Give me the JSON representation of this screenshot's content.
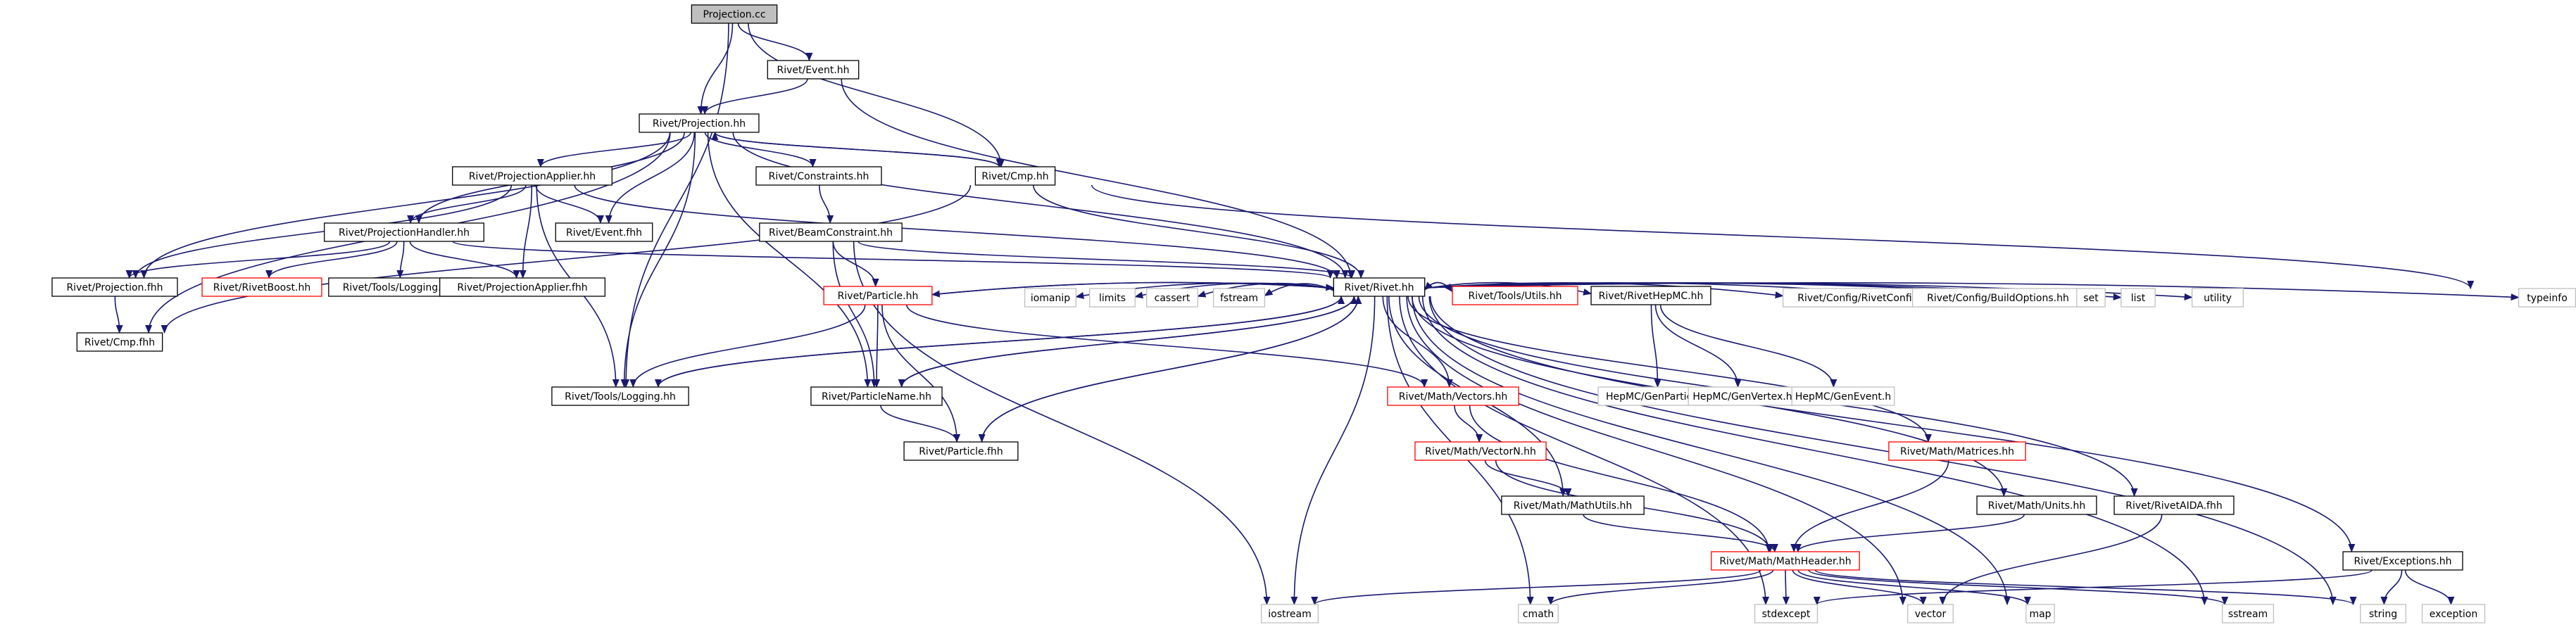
{
  "graph": {
    "nodes": [
      {
        "id": "projcc",
        "label": "Projection.cc",
        "style": "root"
      },
      {
        "id": "event_hh",
        "label": "Rivet/Event.hh",
        "style": "normal"
      },
      {
        "id": "proj_hh",
        "label": "Rivet/Projection.hh",
        "style": "normal"
      },
      {
        "id": "applier_hh",
        "label": "Rivet/ProjectionApplier.hh",
        "style": "normal"
      },
      {
        "id": "constraints_hh",
        "label": "Rivet/Constraints.hh",
        "style": "normal"
      },
      {
        "id": "cmp_hh",
        "label": "Rivet/Cmp.hh",
        "style": "normal"
      },
      {
        "id": "handler_hh",
        "label": "Rivet/ProjectionHandler.hh",
        "style": "normal"
      },
      {
        "id": "event_fhh",
        "label": "Rivet/Event.fhh",
        "style": "normal"
      },
      {
        "id": "beam_hh",
        "label": "Rivet/BeamConstraint.hh",
        "style": "normal"
      },
      {
        "id": "proj_fhh",
        "label": "Rivet/Projection.fhh",
        "style": "normal"
      },
      {
        "id": "boost_hh",
        "label": "Rivet/RivetBoost.hh",
        "style": "red"
      },
      {
        "id": "logging_fhh",
        "label": "Rivet/Tools/Logging.fhh",
        "style": "normal"
      },
      {
        "id": "applier_fhh",
        "label": "Rivet/ProjectionApplier.fhh",
        "style": "normal"
      },
      {
        "id": "rivet_hh",
        "label": "Rivet/Rivet.hh",
        "style": "normal"
      },
      {
        "id": "cmp_fhh",
        "label": "Rivet/Cmp.fhh",
        "style": "normal"
      },
      {
        "id": "particle_hh",
        "label": "Rivet/Particle.hh",
        "style": "red"
      },
      {
        "id": "iomanip",
        "label": "iomanip",
        "style": "gray"
      },
      {
        "id": "limits",
        "label": "limits",
        "style": "gray"
      },
      {
        "id": "cassert",
        "label": "cassert",
        "style": "gray"
      },
      {
        "id": "fstream",
        "label": "fstream",
        "style": "gray"
      },
      {
        "id": "utils_hh",
        "label": "Rivet/Tools/Utils.hh",
        "style": "red"
      },
      {
        "id": "hepmc_hh",
        "label": "Rivet/RivetHepMC.hh",
        "style": "normal"
      },
      {
        "id": "rivetconfig",
        "label": "Rivet/Config/RivetConfig.hh",
        "style": "gray"
      },
      {
        "id": "buildoptions",
        "label": "Rivet/Config/BuildOptions.hh",
        "style": "gray"
      },
      {
        "id": "set",
        "label": "set",
        "style": "gray"
      },
      {
        "id": "list",
        "label": "list",
        "style": "gray"
      },
      {
        "id": "utility",
        "label": "utility",
        "style": "gray"
      },
      {
        "id": "typeinfo",
        "label": "typeinfo",
        "style": "gray"
      },
      {
        "id": "logging_hh",
        "label": "Rivet/Tools/Logging.hh",
        "style": "normal"
      },
      {
        "id": "pname_hh",
        "label": "Rivet/ParticleName.hh",
        "style": "normal"
      },
      {
        "id": "vectors_hh",
        "label": "Rivet/Math/Vectors.hh",
        "style": "red"
      },
      {
        "id": "genparticle",
        "label": "HepMC/GenParticle.h",
        "style": "gray"
      },
      {
        "id": "genvertex",
        "label": "HepMC/GenVertex.h",
        "style": "gray"
      },
      {
        "id": "genevent",
        "label": "HepMC/GenEvent.h",
        "style": "gray"
      },
      {
        "id": "particle_fhh",
        "label": "Rivet/Particle.fhh",
        "style": "normal"
      },
      {
        "id": "vectorn_hh",
        "label": "Rivet/Math/VectorN.hh",
        "style": "red"
      },
      {
        "id": "matrices_hh",
        "label": "Rivet/Math/Matrices.hh",
        "style": "red"
      },
      {
        "id": "mathutils_hh",
        "label": "Rivet/Math/MathUtils.hh",
        "style": "normal"
      },
      {
        "id": "units_hh",
        "label": "Rivet/Math/Units.hh",
        "style": "normal"
      },
      {
        "id": "aida_fhh",
        "label": "Rivet/RivetAIDA.fhh",
        "style": "normal"
      },
      {
        "id": "exceptions_hh",
        "label": "Rivet/Exceptions.hh",
        "style": "normal"
      },
      {
        "id": "mathheader_hh",
        "label": "Rivet/Math/MathHeader.hh",
        "style": "red"
      },
      {
        "id": "iostream",
        "label": "iostream",
        "style": "gray"
      },
      {
        "id": "cmath",
        "label": "cmath",
        "style": "gray"
      },
      {
        "id": "stdexcept",
        "label": "stdexcept",
        "style": "gray"
      },
      {
        "id": "vector",
        "label": "vector",
        "style": "gray"
      },
      {
        "id": "map",
        "label": "map",
        "style": "gray"
      },
      {
        "id": "sstream",
        "label": "sstream",
        "style": "gray"
      },
      {
        "id": "string",
        "label": "string",
        "style": "gray"
      },
      {
        "id": "exception",
        "label": "exception",
        "style": "gray"
      }
    ],
    "edges": [
      [
        "projcc",
        "event_hh"
      ],
      [
        "projcc",
        "proj_hh"
      ],
      [
        "projcc",
        "cmp_hh"
      ],
      [
        "projcc",
        "logging_hh"
      ],
      [
        "event_hh",
        "proj_hh"
      ],
      [
        "event_hh",
        "rivet_hh"
      ],
      [
        "proj_hh",
        "applier_hh"
      ],
      [
        "proj_hh",
        "constraints_hh"
      ],
      [
        "proj_hh",
        "cmp_hh"
      ],
      [
        "proj_hh",
        "handler_hh"
      ],
      [
        "proj_hh",
        "event_fhh"
      ],
      [
        "proj_hh",
        "proj_fhh"
      ],
      [
        "proj_hh",
        "rivet_hh"
      ],
      [
        "proj_hh",
        "cmp_fhh"
      ],
      [
        "proj_hh",
        "logging_hh"
      ],
      [
        "proj_hh",
        "pname_hh"
      ],
      [
        "applier_hh",
        "handler_hh"
      ],
      [
        "applier_hh",
        "event_fhh"
      ],
      [
        "applier_hh",
        "proj_fhh"
      ],
      [
        "applier_hh",
        "applier_fhh"
      ],
      [
        "applier_hh",
        "logging_hh"
      ],
      [
        "applier_hh",
        "rivet_hh"
      ],
      [
        "constraints_hh",
        "beam_hh"
      ],
      [
        "cmp_hh",
        "proj_hh"
      ],
      [
        "cmp_hh",
        "rivet_hh"
      ],
      [
        "cmp_hh",
        "cmp_fhh"
      ],
      [
        "cmp_hh",
        "typeinfo"
      ],
      [
        "handler_hh",
        "proj_fhh"
      ],
      [
        "handler_hh",
        "boost_hh"
      ],
      [
        "handler_hh",
        "logging_fhh"
      ],
      [
        "handler_hh",
        "applier_fhh"
      ],
      [
        "handler_hh",
        "rivet_hh"
      ],
      [
        "beam_hh",
        "particle_hh"
      ],
      [
        "beam_hh",
        "pname_hh"
      ],
      [
        "beam_hh",
        "rivet_hh"
      ],
      [
        "beam_hh",
        "iostream"
      ],
      [
        "proj_fhh",
        "cmp_fhh"
      ],
      [
        "rivet_hh",
        "particle_hh"
      ],
      [
        "rivet_hh",
        "iomanip"
      ],
      [
        "rivet_hh",
        "limits"
      ],
      [
        "rivet_hh",
        "cassert"
      ],
      [
        "rivet_hh",
        "fstream"
      ],
      [
        "rivet_hh",
        "utils_hh"
      ],
      [
        "rivet_hh",
        "hepmc_hh"
      ],
      [
        "rivet_hh",
        "rivetconfig"
      ],
      [
        "rivet_hh",
        "buildoptions"
      ],
      [
        "rivet_hh",
        "set"
      ],
      [
        "rivet_hh",
        "list"
      ],
      [
        "rivet_hh",
        "utility"
      ],
      [
        "rivet_hh",
        "typeinfo"
      ],
      [
        "rivet_hh",
        "logging_hh"
      ],
      [
        "rivet_hh",
        "pname_hh"
      ],
      [
        "rivet_hh",
        "vectors_hh"
      ],
      [
        "rivet_hh",
        "particle_fhh"
      ],
      [
        "rivet_hh",
        "matrices_hh"
      ],
      [
        "rivet_hh",
        "mathutils_hh"
      ],
      [
        "rivet_hh",
        "units_hh"
      ],
      [
        "rivet_hh",
        "aida_fhh"
      ],
      [
        "rivet_hh",
        "exceptions_hh"
      ],
      [
        "rivet_hh",
        "iostream"
      ],
      [
        "rivet_hh",
        "cmath"
      ],
      [
        "rivet_hh",
        "stdexcept"
      ],
      [
        "rivet_hh",
        "vector"
      ],
      [
        "rivet_hh",
        "map"
      ],
      [
        "rivet_hh",
        "sstream"
      ],
      [
        "rivet_hh",
        "string"
      ],
      [
        "particle_hh",
        "rivet_hh"
      ],
      [
        "particle_hh",
        "logging_hh"
      ],
      [
        "particle_hh",
        "pname_hh"
      ],
      [
        "particle_hh",
        "particle_fhh"
      ],
      [
        "particle_hh",
        "vectors_hh"
      ],
      [
        "utils_hh",
        "rivet_hh"
      ],
      [
        "hepmc_hh",
        "genparticle"
      ],
      [
        "hepmc_hh",
        "genvertex"
      ],
      [
        "hepmc_hh",
        "genevent"
      ],
      [
        "logging_hh",
        "rivet_hh"
      ],
      [
        "pname_hh",
        "rivet_hh"
      ],
      [
        "pname_hh",
        "particle_fhh"
      ],
      [
        "vectors_hh",
        "vectorn_hh"
      ],
      [
        "vectors_hh",
        "mathheader_hh"
      ],
      [
        "particle_fhh",
        "rivet_hh"
      ],
      [
        "vectorn_hh",
        "mathutils_hh"
      ],
      [
        "vectorn_hh",
        "mathheader_hh"
      ],
      [
        "matrices_hh",
        "mathheader_hh"
      ],
      [
        "mathutils_hh",
        "mathheader_hh"
      ],
      [
        "units_hh",
        "mathheader_hh"
      ],
      [
        "aida_fhh",
        "vector"
      ],
      [
        "exceptions_hh",
        "stdexcept"
      ],
      [
        "exceptions_hh",
        "string"
      ],
      [
        "exceptions_hh",
        "exception"
      ],
      [
        "mathheader_hh",
        "iostream"
      ],
      [
        "mathheader_hh",
        "cmath"
      ],
      [
        "mathheader_hh",
        "stdexcept"
      ],
      [
        "mathheader_hh",
        "vector"
      ],
      [
        "mathheader_hh",
        "map"
      ],
      [
        "mathheader_hh",
        "sstream"
      ],
      [
        "mathheader_hh",
        "string"
      ]
    ]
  },
  "colors": {
    "edge": "#191970",
    "normal_border": "#000000",
    "red_border": "#ff0000",
    "gray_border": "#bfbfbf",
    "root_fill": "#bfbfbf",
    "text": "#000000"
  }
}
